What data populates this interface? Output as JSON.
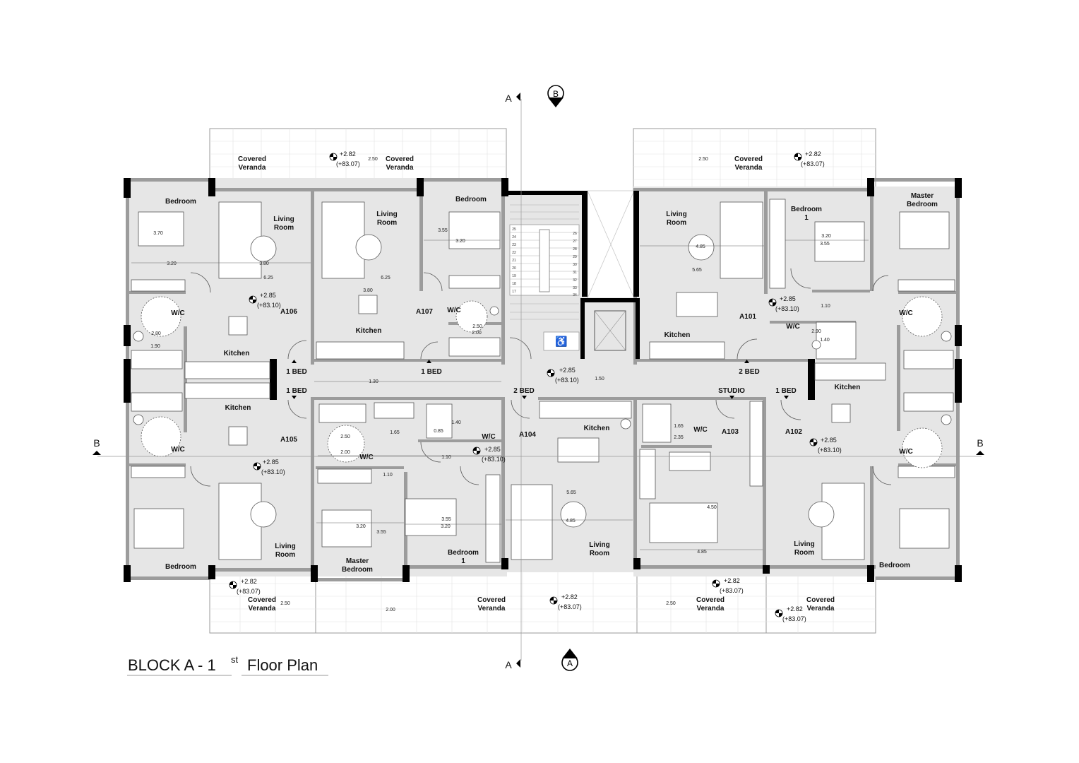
{
  "title": {
    "main": "BLOCK A - 1",
    "sup": "st",
    "rest": "Floor Plan"
  },
  "sections": {
    "a": "A",
    "b": "B"
  },
  "units": {
    "a101": "A101",
    "a102": "A102",
    "a103": "A103",
    "a104": "A104",
    "a105": "A105",
    "a106": "A106",
    "a107": "A107"
  },
  "types": {
    "one_bed": "1 BED",
    "two_bed": "2 BED",
    "studio": "STUDIO"
  },
  "rooms": {
    "bedroom": "Bedroom",
    "master": "Master",
    "bedroom_1": "1",
    "living": "Living",
    "room": "Room",
    "kitchen": "Kitchen",
    "wc": "W/C",
    "covered": "Covered",
    "veranda": "Veranda"
  },
  "levels": {
    "v282": "+2.82",
    "a8307": "(+83.07)",
    "v285": "+2.85",
    "a8310": "(+83.10)"
  },
  "dims": {
    "d370": "3.70",
    "d320": "3.20",
    "d380": "3.80",
    "d625": "6.25",
    "d355": "3.55",
    "d485": "4.85",
    "d565": "5.65",
    "d110": "1.10",
    "d290": "2.90",
    "d140": "1.40",
    "d280": "2.80",
    "d190": "1.90",
    "d250": "2.50",
    "d200": "2.00",
    "d130": "1.30",
    "d150": "1.50",
    "d165": "1.65",
    "d085": "0.85",
    "d235": "2.35",
    "d450": "4.50"
  },
  "stairs": {
    "left": [
      "25",
      "24",
      "23",
      "22",
      "21",
      "20",
      "19",
      "18",
      "17"
    ],
    "right": [
      "26",
      "27",
      "28",
      "29",
      "30",
      "31",
      "32",
      "33",
      "34"
    ]
  }
}
